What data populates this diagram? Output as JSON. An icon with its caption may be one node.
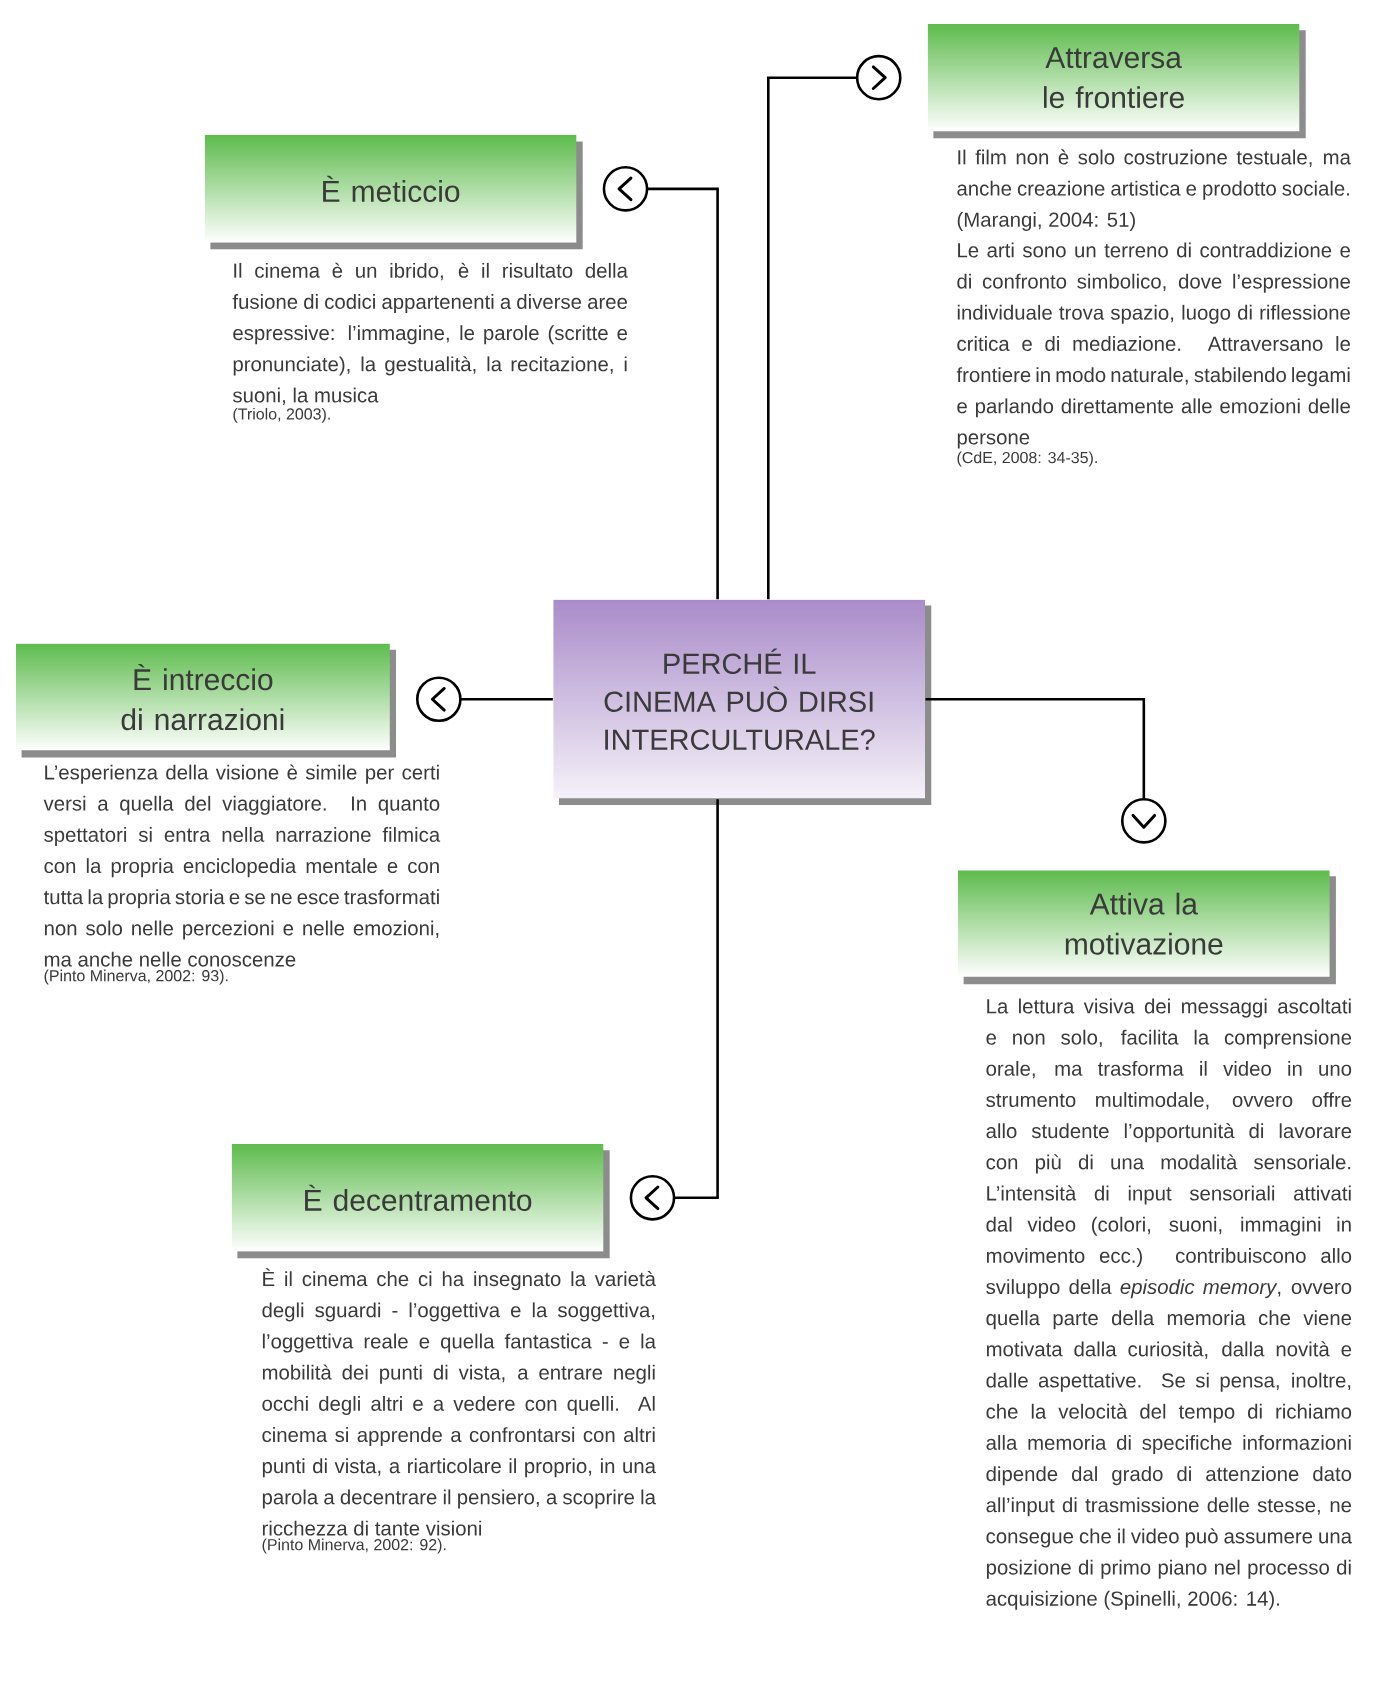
{
  "diagram": {
    "nodes": [
      {
        "text": [
          "PERCHÉ IL CINEMA PUÒ DIRSI INTERCULTURALE?"
        ]
      },
      {
        "text": [
          "Attraversa le frontiere"
        ],
        "beside": [
          "Il film non è solo costruzione testuale, ma anche creazione artistica e prodotto sociale. (Marangi, 2004: 51)",
          "Le arti sono un terreno di contraddizione e di confronto simbolico, dove l’espressione individuale trova spazio, luogo di riflessione critica e di mediazione. Attraversano le frontiere in modo naturale, stabilendo legami e parlando direttamente alle emozioni delle persone",
          "(CdE, 2008: 34-35)."
        ]
      },
      {
        "text": [
          "È meticcio"
        ],
        "beside": [
          "Il cinema è un ibrido, è il risultato della fusione di codici appartenenti a diverse aree espressive: l’immagine, le parole (scritte e pronunciate), la gestualità, la recitazione, i suoni, la musica",
          "(Triolo, 2003)."
        ]
      },
      {
        "text": [
          "È intreccio di narrazioni"
        ],
        "beside": [
          "L’esperienza della visione è simile per certi versi a quella del viaggiatore. In quanto spettatori si entra nella narrazione filmica con la propria enciclopedia mentale e con tutta la propria storia e se ne esce trasformati non solo nelle percezioni e nelle emozioni, ma anche nelle conoscenze",
          "(Pinto Minerva, 2002: 93)."
        ]
      },
      {
        "text": [
          "Attiva la motivazione"
        ],
        "beside": [
          "La lettura visiva dei messaggi ascoltati e non solo, facilita la comprensione orale, ma trasforma il video in uno strumento multimodale, ovvero offre allo studente l’opportunità di lavorare con più di una modalità sensoriale. L’intensità di input sensoriali attivati dal video (colori, suoni, immagini in movimento ecc.) contribuiscono allo sviluppo della *episodic memory*, ovvero quella parte della memoria che viene motivata dalla curiosità, dalla novità e dalle aspettative. Se si pensa, inoltre, che la velocità del tempo di richiamo alla memoria di specifiche informazioni dipende dal grado di attenzione dato all’input di trasmissione delle stesse, ne consegue che il video può assumere una posizione di primo piano nel processo di acquisizione (Spinelli, 2006: 14)."
        ]
      },
      {
        "text": [
          "È decentramento"
        ],
        "beside": [
          "È il cinema che ci ha insegnato la varietà degli sguardi - l’oggettiva e la soggettiva, l’oggettiva reale e quella fantastica - e la mobilità dei punti di vista, a entrare negli occhi degli altri e a vedere con quelli. Al cinema si apprende a confrontarsi con altri punti di vista, a riarticolare il proprio, in una parola a decentrare il pensiero, a scoprire la ricchezza di tante visioni",
          "(Pinto Minerva, 2002: 92)."
        ]
      }
    ],
    "edges": [
      {
        "from": 0,
        "to": 1,
        "arrow": "to"
      },
      {
        "from": 0,
        "to": 2,
        "arrow": "to"
      },
      {
        "from": 0,
        "to": 3,
        "arrow": "to"
      },
      {
        "from": 0,
        "to": 4,
        "arrow": "to"
      },
      {
        "from": 0,
        "to": 5,
        "arrow": "to"
      }
    ]
  }
}
